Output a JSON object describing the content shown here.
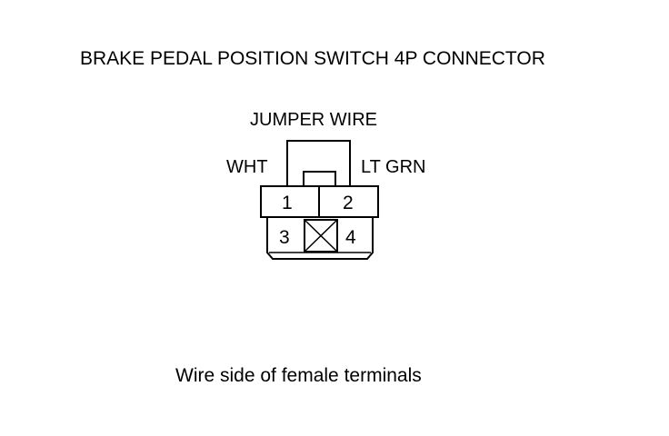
{
  "title": "BRAKE PEDAL POSITION SWITCH 4P CONNECTOR",
  "jumper_label": "JUMPER WIRE",
  "wire_left_label": "WHT",
  "wire_right_label": "LT GRN",
  "terminals": [
    "1",
    "2",
    "3",
    "4"
  ],
  "caption": "Wire side of female terminals",
  "colors": {
    "line": "#000000",
    "background": "#ffffff"
  }
}
